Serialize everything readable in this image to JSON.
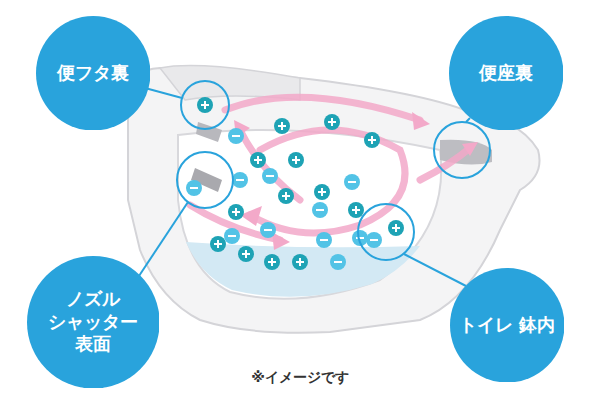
{
  "diagram": {
    "caption": "※イメージです",
    "nodes": [
      {
        "text": [
          "便フタ裏"
        ]
      },
      {
        "text": [
          "便座裏"
        ]
      },
      {
        "text": [
          "ノズル シャッター 表面"
        ]
      },
      {
        "text": [
          "トイレ 鉢内"
        ]
      }
    ]
  }
}
